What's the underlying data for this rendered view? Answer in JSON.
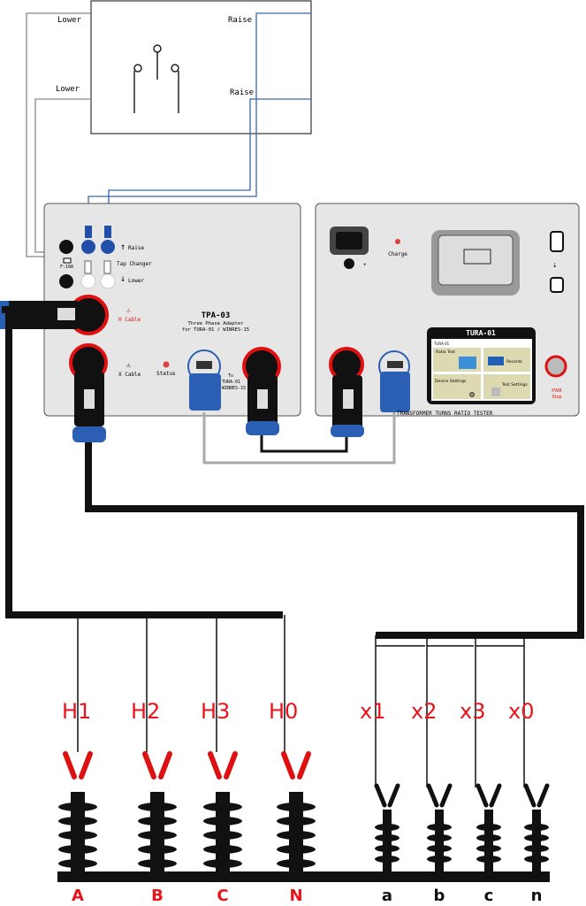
{
  "switch_box": {
    "label_lower_top": "Lower",
    "label_raise_top": "Raise",
    "label_lower_bottom": "Lower",
    "label_raise_bottom": "Raise"
  },
  "tpa": {
    "model": "TPA-03",
    "subtitle1": "Three Phase Adapter",
    "subtitle2": "for TURA-01 / WINRES-15",
    "raise": "Raise",
    "tap_changer": "Tap Changer",
    "lower": "Lower",
    "fuse": "F:10A",
    "h_cable": "H Cable",
    "x_cable": "X Cable",
    "status": "Status",
    "to_label1": "To",
    "to_label2": "TURA-01",
    "to_label3": "WINRES-15"
  },
  "tura": {
    "charge": "Charge",
    "plus": "+",
    "screen_title": "TURA-01",
    "screen_header": "TURA-01",
    "tile_ratio": "Ratio Test",
    "tile_records": "Records",
    "tile_device": "Device Settings",
    "tile_test": "Test Settings",
    "pwr_stop1": "PWR",
    "pwr_stop2": "Stop",
    "footer": "TRANSFORMER TURNS RATIO TESTER"
  },
  "hv_labels": [
    "H1",
    "H2",
    "H3",
    "H0"
  ],
  "lv_labels": [
    "x1",
    "x2",
    "x3",
    "x0"
  ],
  "hv_terminals": [
    "A",
    "B",
    "C",
    "N"
  ],
  "lv_terminals": [
    "a",
    "b",
    "c",
    "n"
  ],
  "colors": {
    "label_red": "#e8141b",
    "cable_blue": "#2b5fb3",
    "panel": "#e6e6e6",
    "connector_red": "#e01010"
  }
}
